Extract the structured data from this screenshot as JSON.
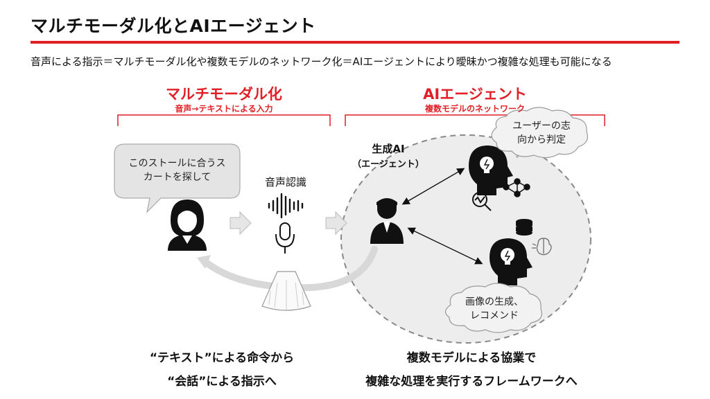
{
  "title": "マルチモーダル化とAIエージェント",
  "description": "音声による指示＝マルチモーダル化や複数モデルのネットワーク化＝AIエージェントにより曖昧かつ複雑な処理も可能になる",
  "multimodal": {
    "heading": "マルチモーダル化",
    "subheading": "音声→テキストによる入力",
    "speech_bubble": [
      "このストールに合うス",
      "カートを探して"
    ],
    "speech_recognition_label": "音声認識",
    "bottom_lines": [
      "“テキスト”による命令から",
      "“会話”による指示へ"
    ]
  },
  "agent": {
    "heading": "AIエージェント",
    "subheading": "複数モデルのネットワーク",
    "generative_ai_label": "生成AI",
    "generative_ai_sublabel": "（エージェント）",
    "cloud_top": [
      "ユーザーの志",
      "向から判定"
    ],
    "cloud_bottom": [
      "画像の生成、",
      "レコメンド"
    ],
    "bottom_lines": [
      "複数モデルによる協業で",
      "複雑な処理を実行するフレームワークへ"
    ]
  },
  "colors": {
    "accent": "#e01f26",
    "circle_fill": "#ededed",
    "icon": "#111111"
  },
  "icons": [
    "user-icon",
    "sound-wave-icon",
    "microphone-icon",
    "skirt-icon",
    "agent-icon",
    "ai-head-icon",
    "network-icon",
    "magnifier-chart-icon",
    "database-icon",
    "brain-icon"
  ]
}
